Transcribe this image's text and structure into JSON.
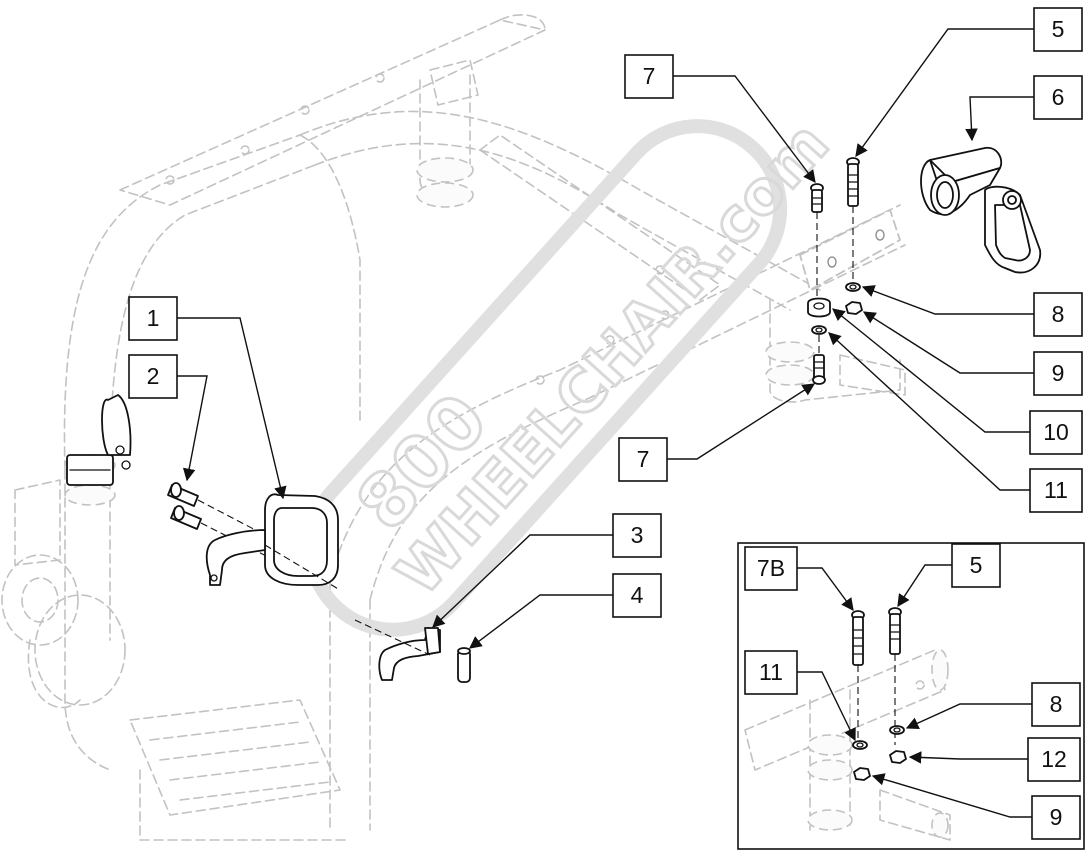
{
  "watermark": {
    "line1": "800",
    "line2": "WHEELCHAIR.com"
  },
  "callouts": {
    "main": [
      "1",
      "2",
      "3",
      "4",
      "5",
      "6",
      "7",
      "7",
      "8",
      "9",
      "10",
      "11"
    ],
    "inset": [
      "7B",
      "5",
      "11",
      "8",
      "12",
      "9"
    ]
  },
  "colors": {
    "line": "#111111",
    "ghost": "#c2c2c2",
    "background": "#ffffff"
  }
}
